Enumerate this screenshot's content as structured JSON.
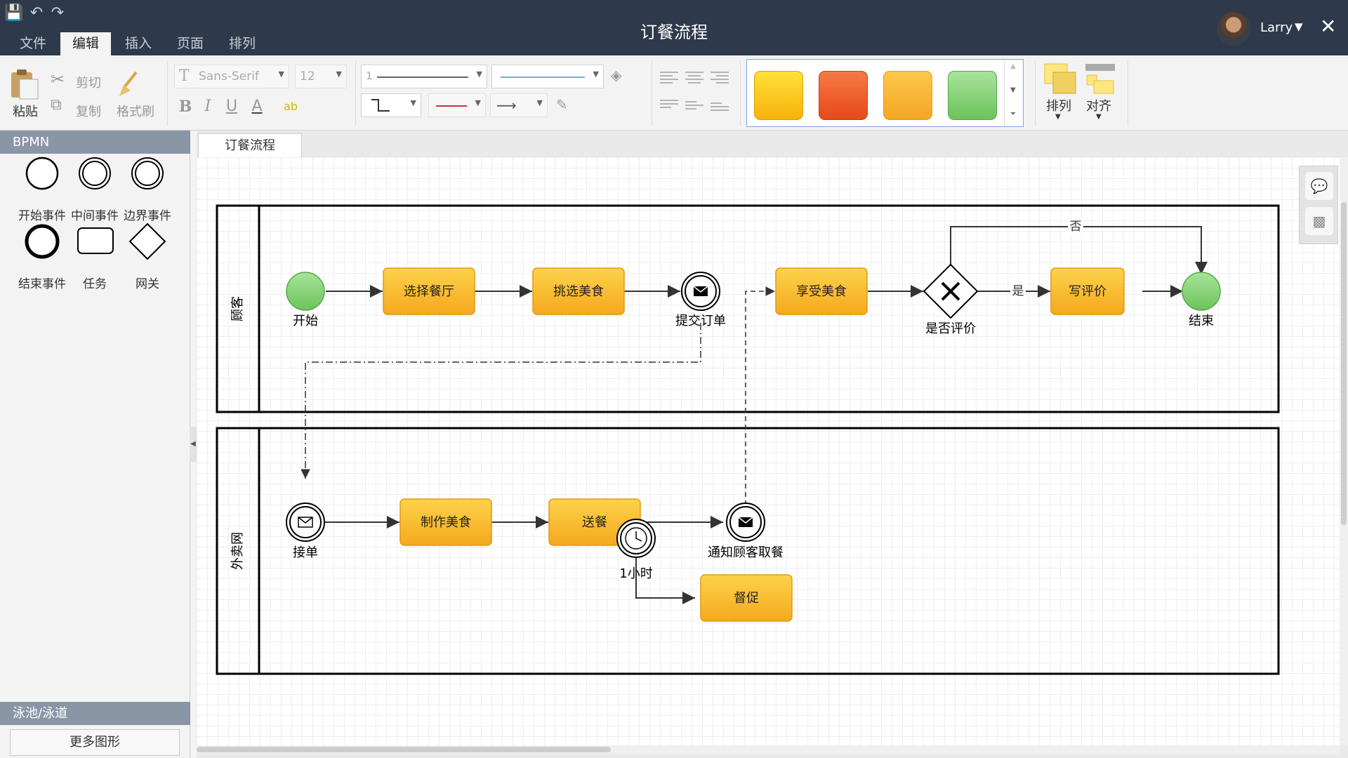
{
  "title_bar": {
    "document_title": "订餐流程",
    "tabs": [
      {
        "label": "文件",
        "active": false
      },
      {
        "label": "编辑",
        "active": true
      },
      {
        "label": "插入",
        "active": false
      },
      {
        "label": "页面",
        "active": false
      },
      {
        "label": "排列",
        "active": false
      }
    ],
    "user_name": "Larry",
    "icons": [
      "save-icon",
      "undo-icon",
      "redo-icon",
      "close-icon",
      "user-avatar"
    ]
  },
  "ribbon": {
    "paste": "粘贴",
    "cut": "剪切",
    "copy": "复制",
    "format_painter": "格式刷",
    "font_family": "Sans-Serif",
    "font_size": "12",
    "line_width": "1",
    "arrange": "排列",
    "align": "对齐",
    "style_swatches": [
      {
        "name": "yellow",
        "color": "#fcd116"
      },
      {
        "name": "orange-red",
        "color": "#f05a22"
      },
      {
        "name": "orange",
        "color": "#f9b233"
      },
      {
        "name": "green",
        "color": "#8fd97a"
      }
    ]
  },
  "left_panel": {
    "section_bpmn": "BPMN",
    "shapes": [
      {
        "label": "开始事件"
      },
      {
        "label": "中间事件"
      },
      {
        "label": "边界事件"
      },
      {
        "label": "结束事件"
      },
      {
        "label": "任务"
      },
      {
        "label": "网关"
      }
    ],
    "section_pool": "泳池/泳道",
    "more_shapes_button": "更多图形"
  },
  "canvas": {
    "page_tab": "订餐流程",
    "diagram": {
      "lanes": [
        {
          "label": "顾客"
        },
        {
          "label": "外卖网"
        }
      ],
      "customer": {
        "start": "开始",
        "choose_restaurant": "选择餐厅",
        "pick_food": "挑选美食",
        "submit_order": "提交订单",
        "enjoy_food": "享受美食",
        "gateway": "是否评价",
        "yes": "是",
        "no": "否",
        "write_review": "写评价",
        "end": "结束"
      },
      "platform": {
        "receive_order": "接单",
        "make_food": "制作美食",
        "deliver": "送餐",
        "timer": "1小时",
        "notify_customer": "通知顾客取餐",
        "urge": "督促"
      }
    }
  }
}
